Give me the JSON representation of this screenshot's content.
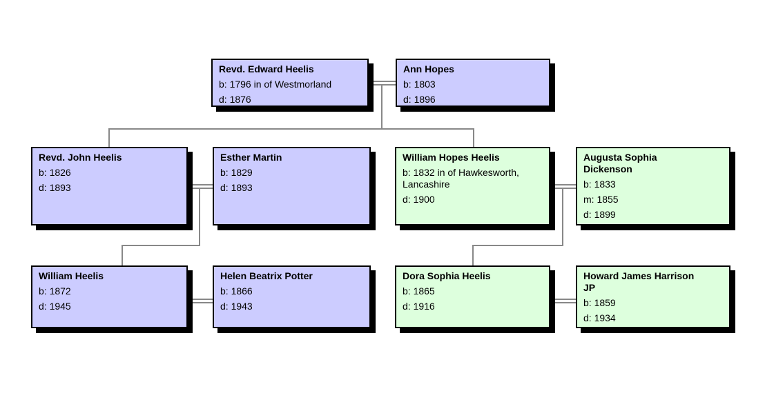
{
  "palette": {
    "purple_fill": "#ccccff",
    "green_fill": "#ddffdd",
    "connector_gray": "#888888",
    "border_black": "#000000",
    "background": "#ffffff"
  },
  "persons": {
    "edward": {
      "name": "Revd. Edward Heelis",
      "details": [
        "b: 1796 in of Westmorland",
        "d: 1876"
      ],
      "variant": "purple"
    },
    "ann": {
      "name": "Ann Hopes",
      "details": [
        "b: 1803",
        "d: 1896"
      ],
      "variant": "purple"
    },
    "john": {
      "name": "Revd. John Heelis",
      "details": [
        "b: 1826",
        "d: 1893"
      ],
      "variant": "purple"
    },
    "esther": {
      "name": "Esther Martin",
      "details": [
        "b: 1829",
        "d: 1893"
      ],
      "variant": "purple"
    },
    "william_hopes": {
      "name": "William Hopes Heelis",
      "details": [
        "b: 1832 in of Hawkesworth, Lancashire",
        "d: 1900"
      ],
      "variant": "green"
    },
    "augusta": {
      "name": "Augusta Sophia Dickenson",
      "details": [
        "b: 1833",
        "m: 1855",
        "d: 1899"
      ],
      "variant": "green"
    },
    "william": {
      "name": "William Heelis",
      "details": [
        "b: 1872",
        "d: 1945"
      ],
      "variant": "purple"
    },
    "helen": {
      "name": "Helen Beatrix Potter",
      "details": [
        "b: 1866",
        "d: 1943"
      ],
      "variant": "purple"
    },
    "dora": {
      "name": "Dora Sophia Heelis",
      "details": [
        "b: 1865",
        "d: 1916"
      ],
      "variant": "green"
    },
    "howard": {
      "name": "Howard James Harrison JP",
      "details": [
        "b: 1859",
        "d: 1934"
      ],
      "variant": "green"
    }
  }
}
